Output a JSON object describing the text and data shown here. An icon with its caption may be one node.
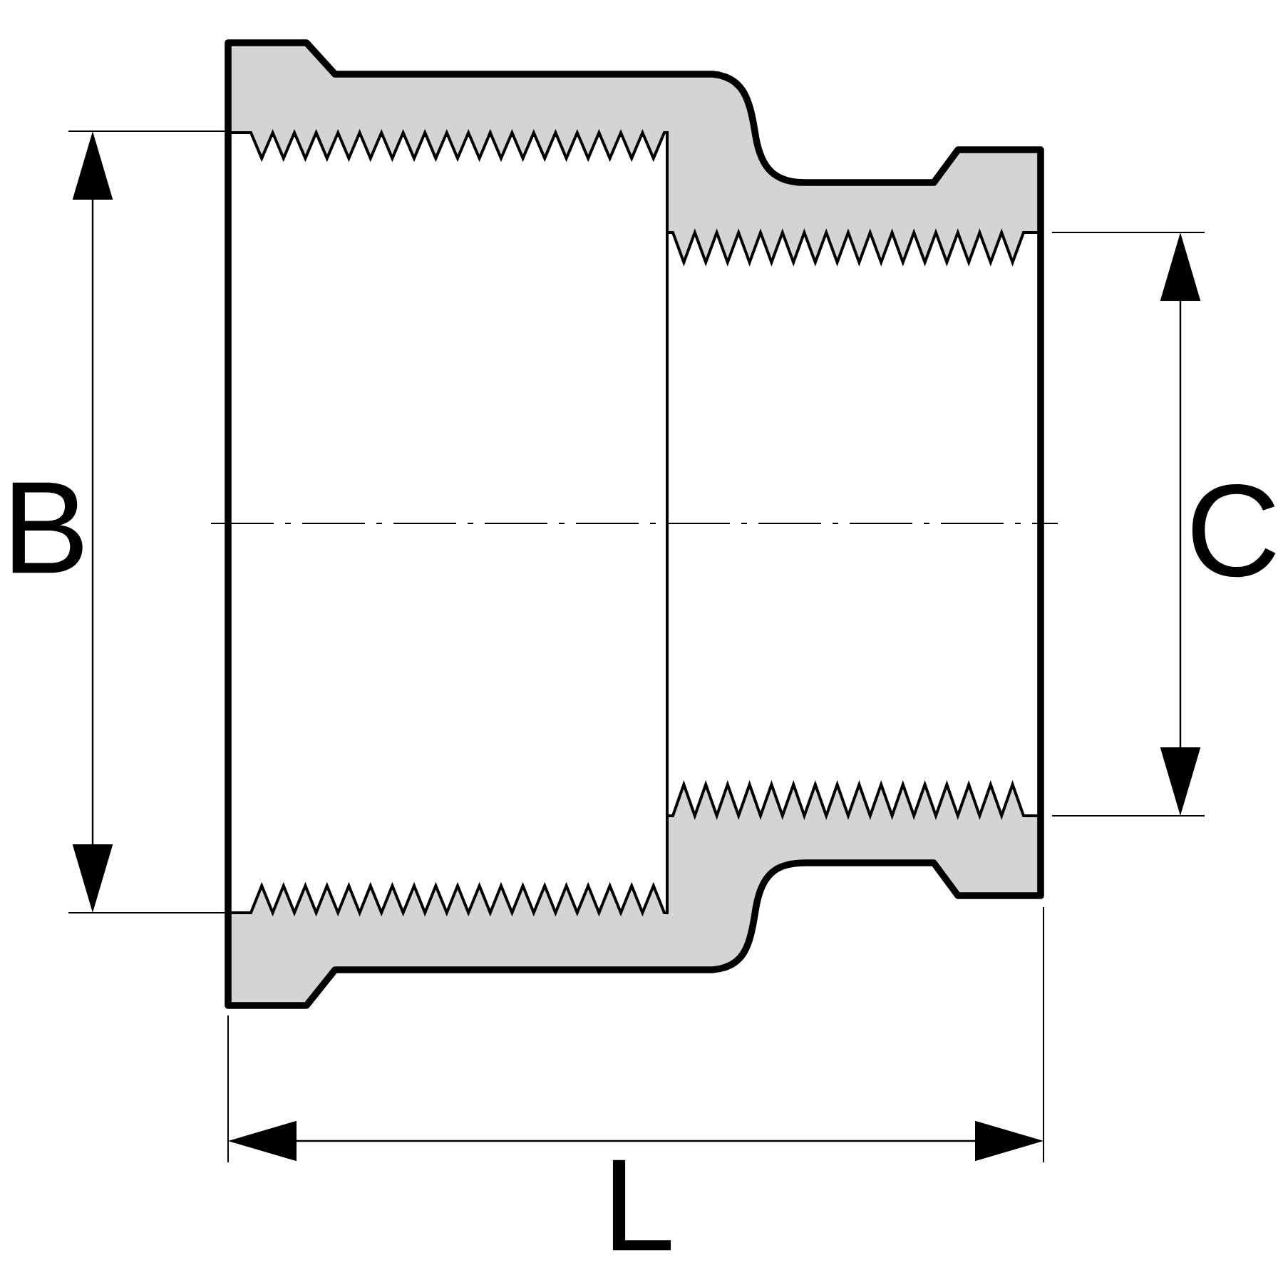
{
  "diagram": {
    "labels": [
      "B",
      "C",
      "L"
    ]
  }
}
